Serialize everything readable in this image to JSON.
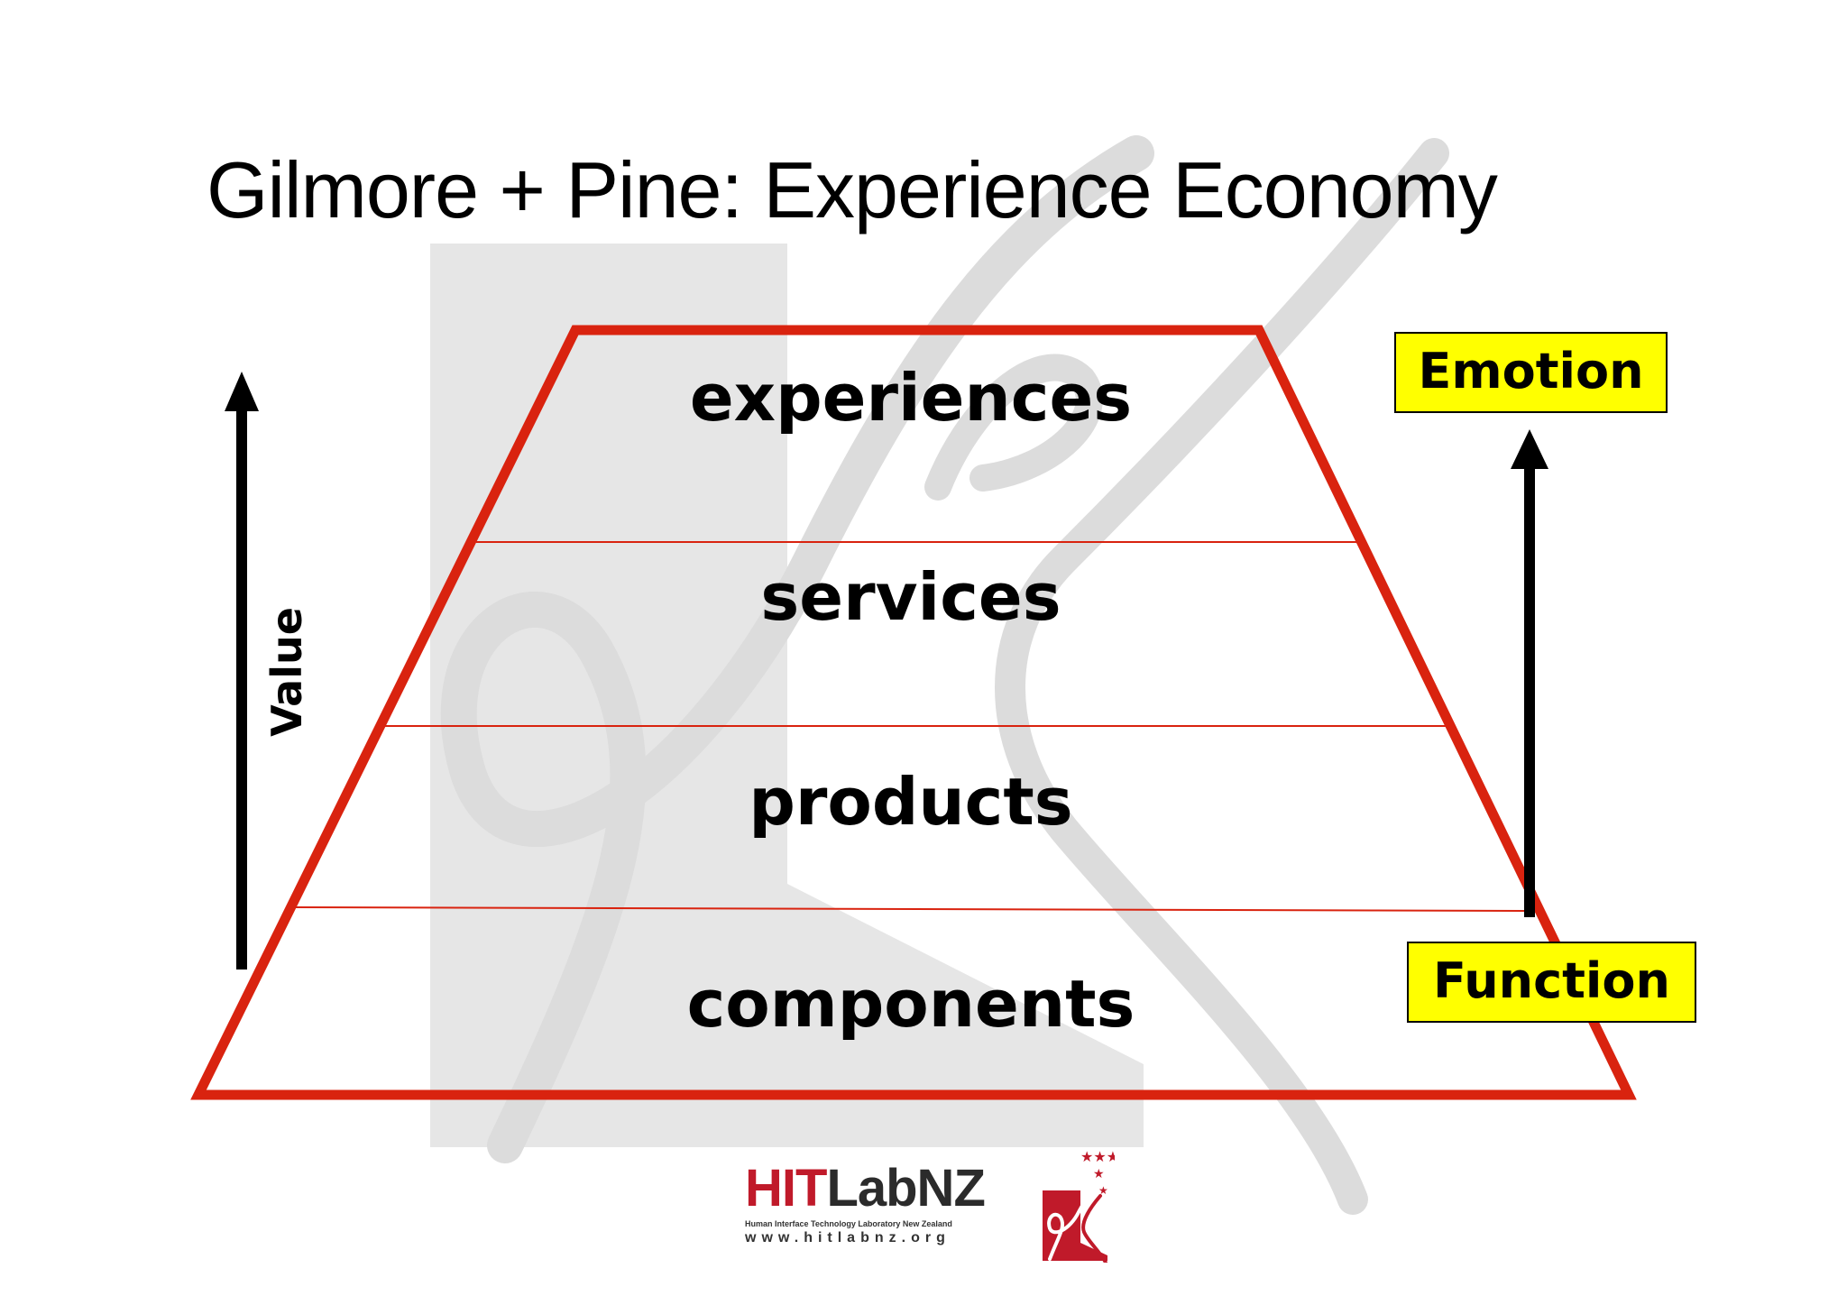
{
  "title": "Gilmore + Pine: Experience Economy",
  "pyramid": {
    "layers": [
      {
        "label": "experiences"
      },
      {
        "label": "services"
      },
      {
        "label": "products"
      },
      {
        "label": "components"
      }
    ],
    "outline_color": "#d9230f"
  },
  "value_axis": {
    "label": "Value"
  },
  "emotion_box": {
    "label": "Emotion",
    "color": "#ffff00"
  },
  "function_box": {
    "label": "Function",
    "color": "#ffff00"
  },
  "logo": {
    "name_red": "HIT",
    "name_dark": "LabNZ",
    "subtitle": "Human Interface Technology Laboratory New Zealand",
    "url": "www.hitlabnz.org"
  }
}
